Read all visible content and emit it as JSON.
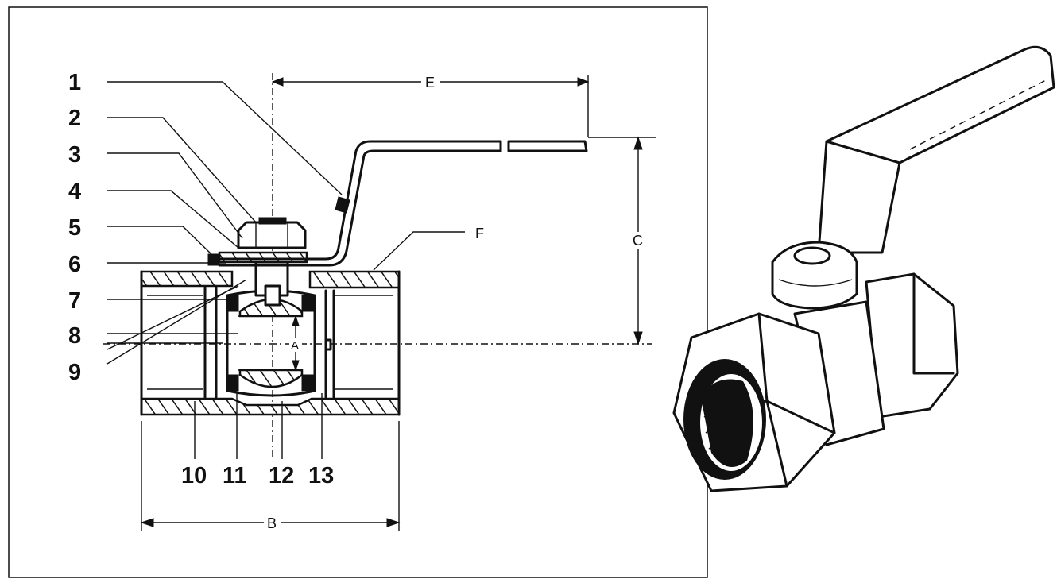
{
  "diagram": {
    "part_numbers": [
      "1",
      "2",
      "3",
      "4",
      "5",
      "6",
      "7",
      "8",
      "9",
      "10",
      "11",
      "12",
      "13"
    ],
    "dimension_labels": {
      "A": "A",
      "B": "B",
      "C": "C",
      "E": "E",
      "F": "F"
    }
  }
}
